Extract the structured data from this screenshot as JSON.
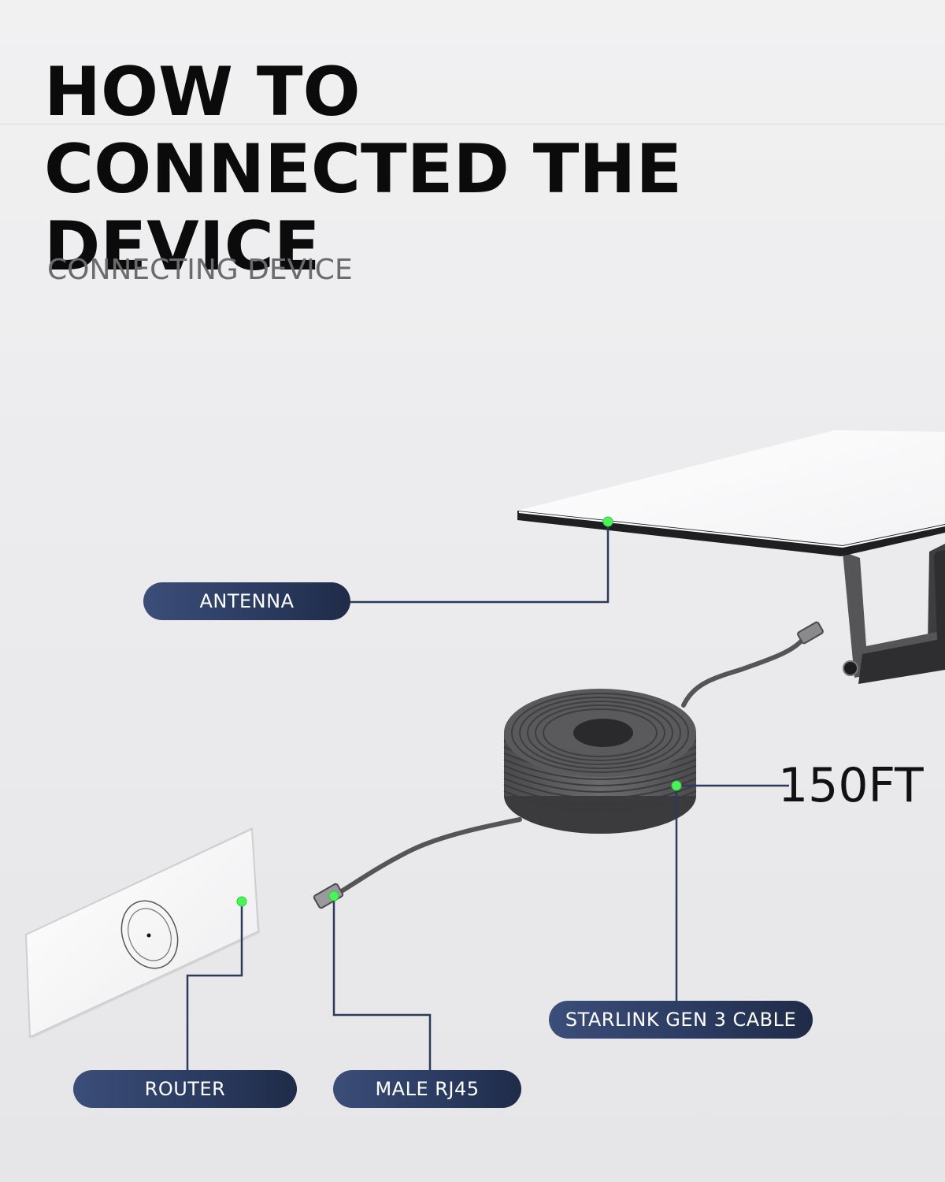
{
  "heading": {
    "line1": "HOW TO",
    "line2": "CONNECTED THE DEVICE"
  },
  "subheading": "CONNECTING DEVICE",
  "callouts": {
    "antenna": "ANTENNA",
    "router": "ROUTER",
    "male_rj45": "MALE RJ45",
    "cable": "STARLINK GEN 3 CABLE"
  },
  "cable_length": "150FT",
  "colors": {
    "pill": "#2a3a5f",
    "marker": "#4cf25a",
    "leader": "#2c3a5c"
  }
}
